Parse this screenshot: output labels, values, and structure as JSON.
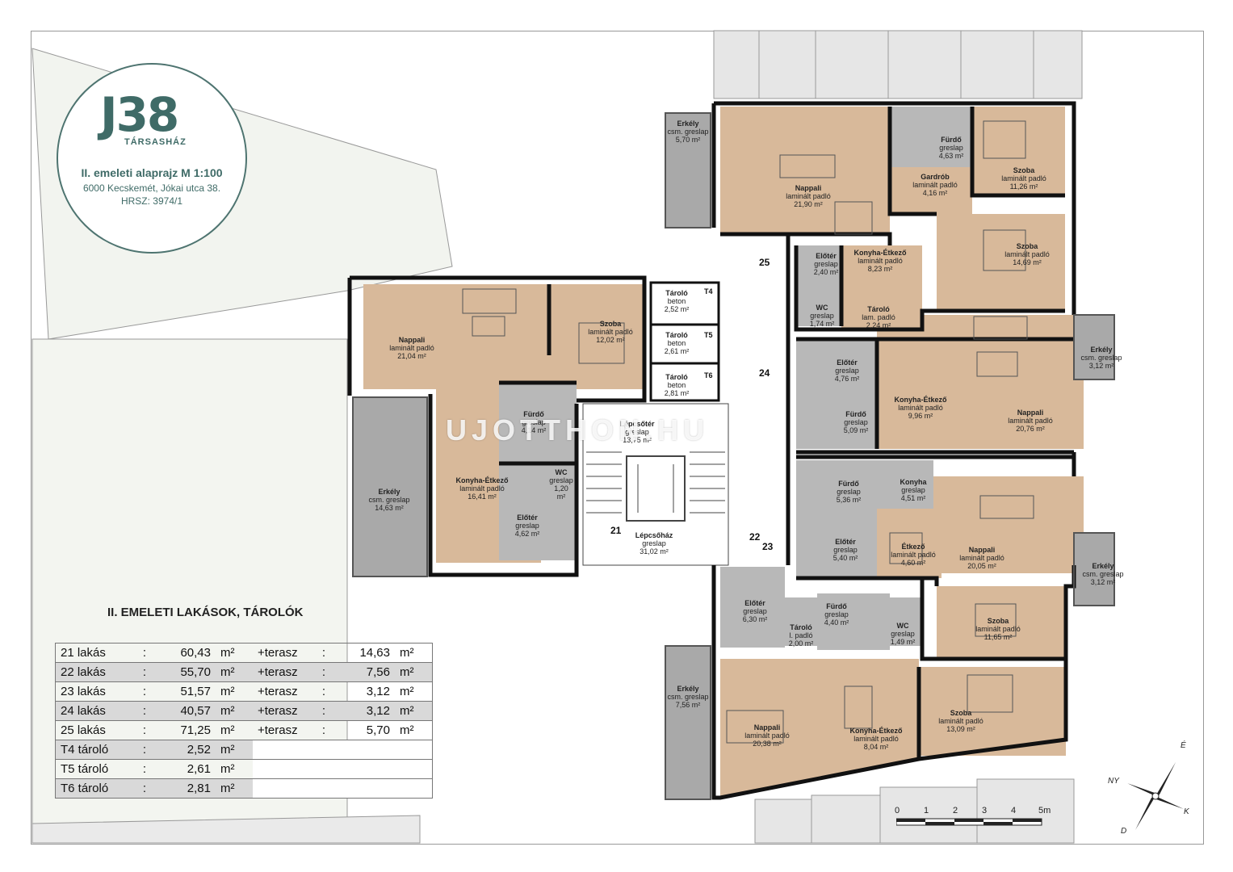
{
  "brand": {
    "mark": "J38",
    "sub": "TÁRSASHÁZ",
    "title": "II. emeleti alaprajz M 1:100",
    "address": "6000 Kecskemét, Jókai utca 38.",
    "hrsz": "HRSZ: 3974/1"
  },
  "summary_title": "II. EMELETI LAKÁSOK, TÁROLÓK",
  "units": [
    {
      "name": "21 lakás",
      "colon": ":",
      "area": "60,43",
      "unit": "m²",
      "ter_label": "+terasz",
      "ter_colon": ":",
      "ter": "14,63",
      "ter_unit": "m²"
    },
    {
      "name": "22 lakás",
      "colon": ":",
      "area": "55,70",
      "unit": "m²",
      "ter_label": "+terasz",
      "ter_colon": ":",
      "ter": "7,56",
      "ter_unit": "m²"
    },
    {
      "name": "23 lakás",
      "colon": ":",
      "area": "51,57",
      "unit": "m²",
      "ter_label": "+terasz",
      "ter_colon": ":",
      "ter": "3,12",
      "ter_unit": "m²"
    },
    {
      "name": "24 lakás",
      "colon": ":",
      "area": "40,57",
      "unit": "m²",
      "ter_label": "+terasz",
      "ter_colon": ":",
      "ter": "3,12",
      "ter_unit": "m²"
    },
    {
      "name": "25 lakás",
      "colon": ":",
      "area": "71,25",
      "unit": "m²",
      "ter_label": "+terasz",
      "ter_colon": ":",
      "ter": "5,70",
      "ter_unit": "m²"
    }
  ],
  "storages": [
    {
      "name": "T4 tároló",
      "colon": ":",
      "area": "2,52",
      "unit": "m²"
    },
    {
      "name": "T5 tároló",
      "colon": ":",
      "area": "2,61",
      "unit": "m²"
    },
    {
      "name": "T6 tároló",
      "colon": ":",
      "area": "2,81",
      "unit": "m²"
    }
  ],
  "rooms": [
    {
      "name": "Erkély",
      "mat": "csm. greslap",
      "area": "5,70 m²"
    },
    {
      "name": "Nappali",
      "mat": "laminált padló",
      "area": "21,90 m²"
    },
    {
      "name": "Fürdő",
      "mat": "greslap",
      "area": "4,63 m²"
    },
    {
      "name": "Gardrób",
      "mat": "laminált padló",
      "area": "4,16 m²"
    },
    {
      "name": "Szoba",
      "mat": "laminált padló",
      "area": "11,26 m²"
    },
    {
      "name": "Szoba",
      "mat": "laminált padló",
      "area": "14,69 m²"
    },
    {
      "name": "Előtér",
      "mat": "greslap",
      "area": "2,40 m²"
    },
    {
      "name": "Konyha-Étkező",
      "mat": "laminált padló",
      "area": "8,23 m²"
    },
    {
      "name": "WC",
      "mat": "greslap",
      "area": "1,74 m²"
    },
    {
      "name": "Tároló",
      "mat": "lam. padló",
      "area": "2,24 m²"
    },
    {
      "name": "Nappali",
      "mat": "laminált padló",
      "area": "21,04 m²"
    },
    {
      "name": "Szoba",
      "mat": "laminált padló",
      "area": "12,02 m²"
    },
    {
      "name": "Tároló",
      "mat": "beton",
      "area": "2,52 m²"
    },
    {
      "name": "Tároló",
      "mat": "beton",
      "area": "2,61 m²"
    },
    {
      "name": "Tároló",
      "mat": "beton",
      "area": "2,81 m²"
    },
    {
      "name": "Fürdő",
      "mat": "greslap",
      "area": "4,14 m²"
    },
    {
      "name": "Lépcsőtér",
      "mat": "greslap",
      "area": "13,75 m²"
    },
    {
      "name": "Erkély",
      "mat": "csm. greslap",
      "area": "14,63 m²"
    },
    {
      "name": "Konyha-Étkező",
      "mat": "laminált padló",
      "area": "16,41 m²"
    },
    {
      "name": "WC",
      "mat": "greslap",
      "area": "1,20 m²"
    },
    {
      "name": "Előtér",
      "mat": "greslap",
      "area": "4,62 m²"
    },
    {
      "name": "Lépcsőház",
      "mat": "greslap",
      "area": "31,02 m²"
    },
    {
      "name": "Előtér",
      "mat": "greslap",
      "area": "4,76 m²"
    },
    {
      "name": "Fürdő",
      "mat": "greslap",
      "area": "5,09 m²"
    },
    {
      "name": "Konyha-Étkező",
      "mat": "laminált padló",
      "area": "9,96 m²"
    },
    {
      "name": "Nappali",
      "mat": "laminált padló",
      "area": "20,76 m²"
    },
    {
      "name": "Erkély",
      "mat": "csm. greslap",
      "area": "3,12 m²"
    },
    {
      "name": "Fürdő",
      "mat": "greslap",
      "area": "5,36 m²"
    },
    {
      "name": "Konyha",
      "mat": "greslap",
      "area": "4,51 m²"
    },
    {
      "name": "Előtér",
      "mat": "greslap",
      "area": "5,40 m²"
    },
    {
      "name": "Étkező",
      "mat": "laminált padló",
      "area": "4,60 m²"
    },
    {
      "name": "Nappali",
      "mat": "laminált padló",
      "area": "20,05 m²"
    },
    {
      "name": "Erkély",
      "mat": "csm. greslap",
      "area": "3,12 m²"
    },
    {
      "name": "Előtér",
      "mat": "greslap",
      "area": "6,30 m²"
    },
    {
      "name": "Tároló",
      "mat": "l. padló",
      "area": "2,00 m²"
    },
    {
      "name": "Fürdő",
      "mat": "greslap",
      "area": "4,40 m²"
    },
    {
      "name": "WC",
      "mat": "greslap",
      "area": "1,49 m²"
    },
    {
      "name": "Szoba",
      "mat": "laminált padló",
      "area": "11,65 m²"
    },
    {
      "name": "Erkély",
      "mat": "csm. greslap",
      "area": "7,56 m²"
    },
    {
      "name": "Nappali",
      "mat": "laminált padló",
      "area": "20,38 m²"
    },
    {
      "name": "Konyha-Étkező",
      "mat": "laminált padló",
      "area": "8,04 m²"
    },
    {
      "name": "Szoba",
      "mat": "laminált padló",
      "area": "13,09 m²"
    }
  ],
  "unit_numbers": [
    "25",
    "24",
    "21",
    "22",
    "23"
  ],
  "storage_tags": [
    "T4",
    "T5",
    "T6"
  ],
  "watermark": "UJOTTHON.HU",
  "scale": {
    "labels": [
      "0",
      "1",
      "2",
      "3",
      "4",
      "5m"
    ]
  },
  "compass": {
    "n": "NY",
    "e": "É",
    "s": "D",
    "w": "K"
  },
  "colors": {
    "room": "#d8b99a",
    "wet": "#b8b8b8",
    "balcony": "#a9a9a9",
    "wall": "#111111",
    "logo": "#3f6b67"
  }
}
